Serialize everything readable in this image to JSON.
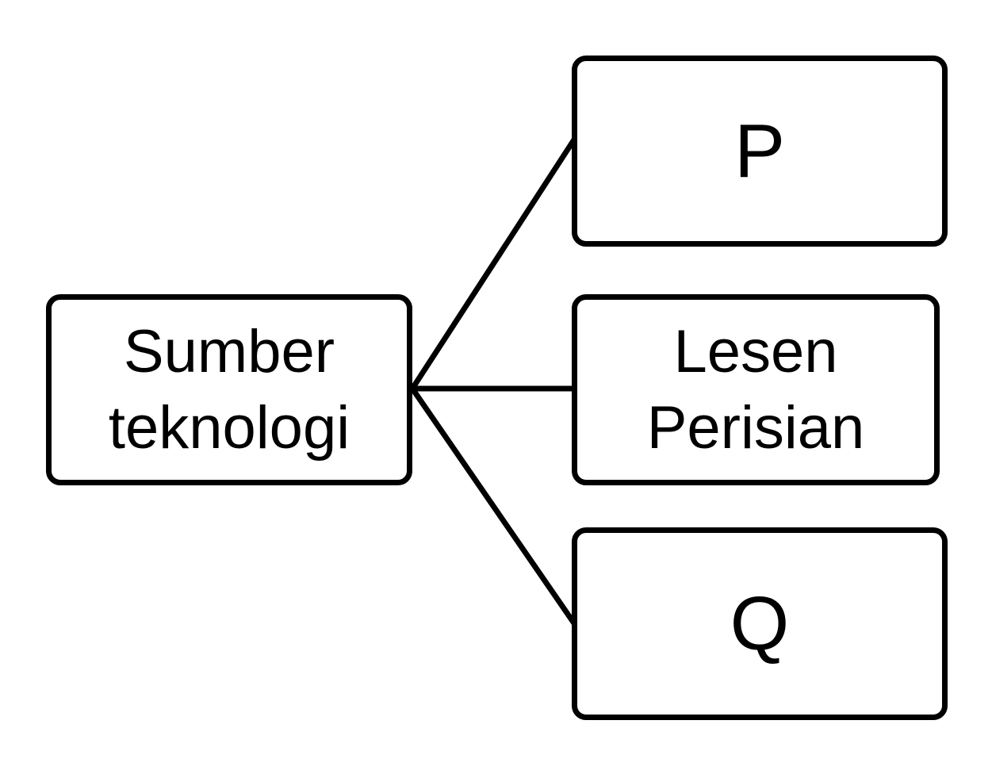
{
  "root": {
    "line1": "Sumber",
    "line2": "teknologi"
  },
  "branches": [
    {
      "label": "P"
    },
    {
      "line1": "Lesen",
      "line2": "Perisian"
    },
    {
      "label": "Q"
    }
  ],
  "colors": {
    "stroke": "#000000",
    "background": "#ffffff"
  }
}
